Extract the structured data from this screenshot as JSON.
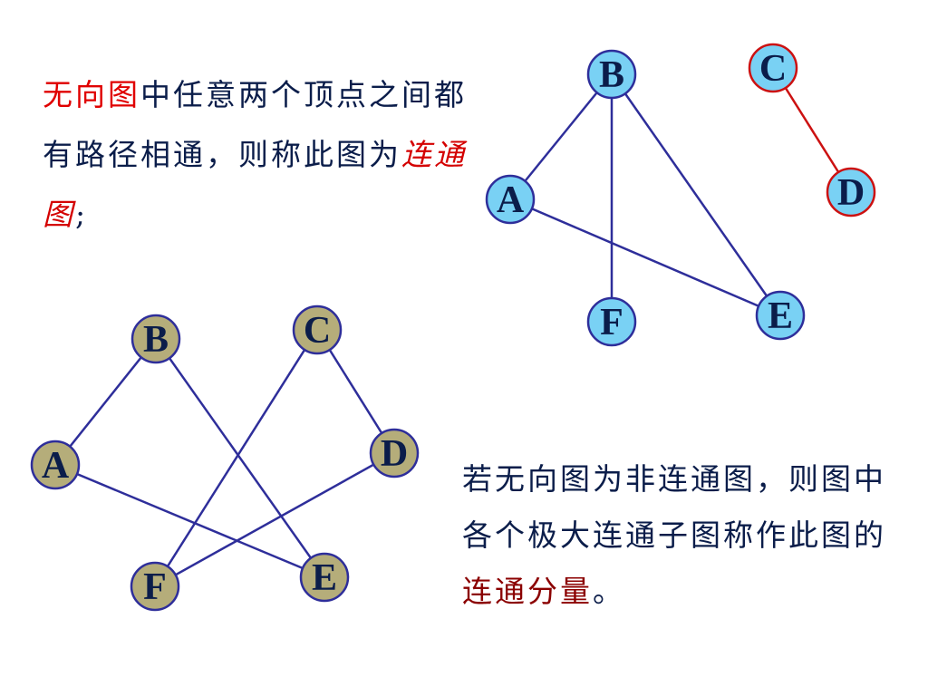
{
  "definition": {
    "term": "无向图",
    "body": "中任意两个顶点之间都有路径相通，则称此图为",
    "highlight": "连通图",
    "end": ";"
  },
  "components": {
    "body": "若无向图为非连通图，则图中各个极大连通子图称作此图的",
    "highlight": "连通分量",
    "end": "。"
  },
  "colors": {
    "text": "#0b1d4a",
    "accent_red": "#e00000",
    "accent_dark_red": "#8b0000",
    "edge": "#2e2e9a",
    "edge_red": "#cc1111",
    "node_blue_fill": "#79d1f4",
    "node_olive_fill": "#b5ad7a",
    "node_stroke": "#2e2e9a",
    "node_stroke_red": "#cc1111"
  },
  "graphs": [
    {
      "name": "connected-components-example",
      "nodes": [
        {
          "id": "B",
          "label": "B",
          "fill": "blue",
          "stroke": "blue"
        },
        {
          "id": "A",
          "label": "A",
          "fill": "blue",
          "stroke": "blue"
        },
        {
          "id": "F",
          "label": "F",
          "fill": "blue",
          "stroke": "blue"
        },
        {
          "id": "E",
          "label": "E",
          "fill": "blue",
          "stroke": "blue"
        },
        {
          "id": "C",
          "label": "C",
          "fill": "blue",
          "stroke": "red"
        },
        {
          "id": "D",
          "label": "D",
          "fill": "blue",
          "stroke": "red"
        }
      ],
      "edges": [
        {
          "from": "B",
          "to": "A",
          "color": "blue"
        },
        {
          "from": "B",
          "to": "F",
          "color": "blue"
        },
        {
          "from": "B",
          "to": "E",
          "color": "blue"
        },
        {
          "from": "A",
          "to": "E",
          "color": "blue"
        },
        {
          "from": "C",
          "to": "D",
          "color": "red"
        }
      ]
    },
    {
      "name": "connected-graph-example",
      "nodes": [
        {
          "id": "B",
          "label": "B",
          "fill": "olive",
          "stroke": "blue"
        },
        {
          "id": "C",
          "label": "C",
          "fill": "olive",
          "stroke": "blue"
        },
        {
          "id": "A",
          "label": "A",
          "fill": "olive",
          "stroke": "blue"
        },
        {
          "id": "D",
          "label": "D",
          "fill": "olive",
          "stroke": "blue"
        },
        {
          "id": "F",
          "label": "F",
          "fill": "olive",
          "stroke": "blue"
        },
        {
          "id": "E",
          "label": "E",
          "fill": "olive",
          "stroke": "blue"
        }
      ],
      "edges": [
        {
          "from": "B",
          "to": "A",
          "color": "blue"
        },
        {
          "from": "B",
          "to": "E",
          "color": "blue"
        },
        {
          "from": "A",
          "to": "E",
          "color": "blue"
        },
        {
          "from": "C",
          "to": "F",
          "color": "blue"
        },
        {
          "from": "C",
          "to": "D",
          "color": "blue"
        },
        {
          "from": "D",
          "to": "F",
          "color": "blue"
        }
      ]
    }
  ]
}
